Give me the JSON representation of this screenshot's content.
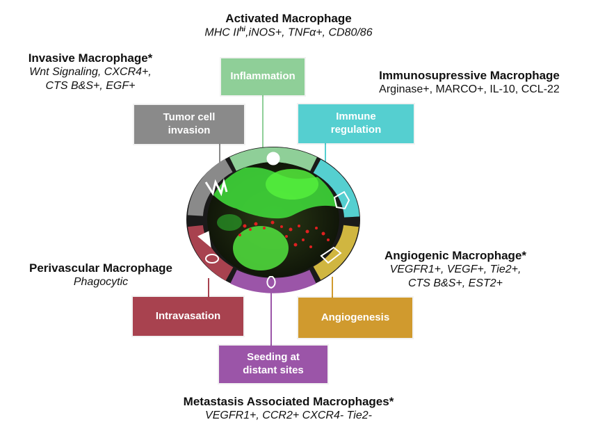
{
  "colors": {
    "inflammation": "#8fcf98",
    "immune_regulation": "#55cfd0",
    "angiogenesis": "#d09a2e",
    "seeding": "#9b55a8",
    "intravasation": "#a8424f",
    "tumor_invasion": "#8a8a8a"
  },
  "labels": {
    "activated": {
      "title": "Activated Macrophage",
      "markers_prefix": "MHC II",
      "markers_sup": "hi",
      "markers_suffix": ",iNOS+, TNFα+, CD80/86"
    },
    "invasive": {
      "title": "Invasive Macrophage*",
      "markers_line1": "Wnt Signaling, CXCR4+,",
      "markers_line2": "CTS B&S+, EGF+"
    },
    "immunosuppressive": {
      "title": "Immunosupressive Macrophage",
      "markers": "Arginase+, MARCO+, IL-10, CCL-22"
    },
    "perivascular": {
      "title": "Perivascular Macrophage",
      "markers": "Phagocytic"
    },
    "angiogenic": {
      "title": "Angiogenic Macrophage*",
      "markers_line1": "VEGFR1+, VEGF+, Tie2+,",
      "markers_line2": "CTS B&S+, EST2+"
    },
    "metastasis": {
      "title": "Metastasis Associated Macrophages*",
      "markers": "VEGFR1+, CCR2+ CXCR4- Tie2-"
    }
  },
  "boxes": {
    "inflammation": "Inflammation",
    "immune_regulation": "Immune\nregulation",
    "tumor_invasion": "Tumor cell\ninvasion",
    "intravasation": "Intravasation",
    "angiogenesis": "Angiogenesis",
    "seeding": "Seeding at\ndistant sites"
  }
}
